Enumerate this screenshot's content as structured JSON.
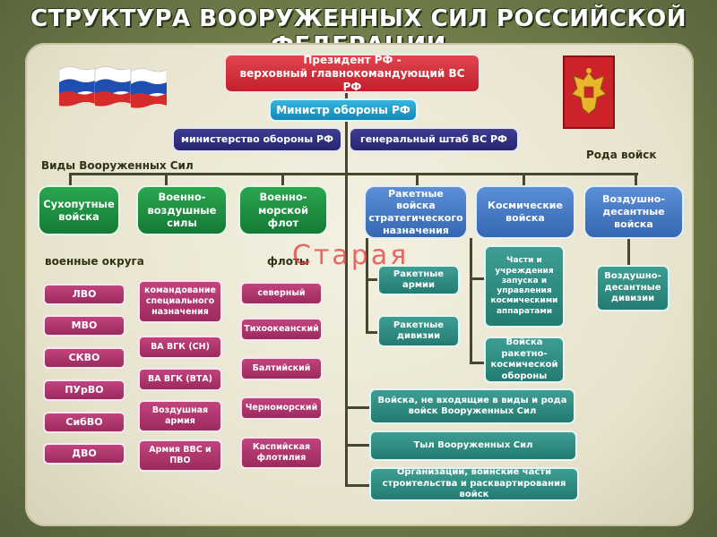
{
  "title": "СТРУКТУРА ВООРУЖЕННЫХ СИЛ РОССИЙСКОЙ ФЕДЕРАЦИИ",
  "president": {
    "line1": "Президент РФ -",
    "line2": "верховный главнокомандующий ВС РФ"
  },
  "minister": "Министр обороны РФ",
  "ministry": "министерство обороны РФ",
  "general_staff": "генеральный штаб ВС РФ",
  "labels": {
    "types": "Виды Вооруженных Сил",
    "branches": "Рода войск",
    "districts": "военные округа",
    "fleets": "флоты"
  },
  "types": [
    {
      "l1": "Сухопутные",
      "l2": "войска",
      "l3": ""
    },
    {
      "l1": "Военно-",
      "l2": "воздушные",
      "l3": "силы"
    },
    {
      "l1": "Военно-",
      "l2": "морской",
      "l3": "флот"
    }
  ],
  "branches": [
    {
      "l1": "Ракетные войска",
      "l2": "стратегического",
      "l3": "назначения"
    },
    {
      "l1": "Космические",
      "l2": "войска",
      "l3": ""
    },
    {
      "l1": "Воздушно-",
      "l2": "десантные",
      "l3": "войска"
    }
  ],
  "districts": [
    "ЛВО",
    "МВО",
    "СКВО",
    "ПУрВО",
    "СибВО",
    "ДВО"
  ],
  "air_commands": [
    {
      "l1": "командование",
      "l2": "специального",
      "l3": "назначения"
    },
    {
      "l1": "ВА ВГК (СН)",
      "l2": "",
      "l3": ""
    },
    {
      "l1": "ВА ВГК (ВТА)",
      "l2": "",
      "l3": ""
    },
    {
      "l1": "Воздушная",
      "l2": "армия",
      "l3": ""
    },
    {
      "l1": "Армия ВВС и",
      "l2": "ПВО",
      "l3": ""
    }
  ],
  "fleets": [
    {
      "l1": "северный",
      "l2": ""
    },
    {
      "l1": "Тихоокеанский",
      "l2": ""
    },
    {
      "l1": "Балтийский",
      "l2": ""
    },
    {
      "l1": "Черноморский",
      "l2": ""
    },
    {
      "l1": "Каспийская",
      "l2": "флотилия"
    }
  ],
  "rvsn_units": [
    {
      "l1": "Ракетные",
      "l2": "армии"
    },
    {
      "l1": "Ракетные",
      "l2": "дивизии"
    }
  ],
  "space_units": [
    {
      "l1": "Части и",
      "l2": "учреждения",
      "l3": "запуска и",
      "l4": "управления",
      "l5": "космическими",
      "l6": "аппаратами"
    },
    {
      "l1": "Войска ракетно-",
      "l2": "космической",
      "l3": "обороны",
      "l4": "",
      "l5": "",
      "l6": ""
    }
  ],
  "vdv_units": {
    "l1": "Воздушно-",
    "l2": "десантные",
    "l3": "дивизии"
  },
  "other": [
    {
      "l1": "Войска, не входящие в виды и рода",
      "l2": "войск Вооруженных Сил"
    },
    {
      "l1": "Тыл Вооруженных Сил",
      "l2": ""
    },
    {
      "l1": "Организации, воинские части",
      "l2": "строительства и расквартирования войск"
    }
  ],
  "watermark": "Старая",
  "colors": {
    "red": "#c0202c",
    "cyan": "#1487b7",
    "navy": "#262670",
    "green": "#157a36",
    "blue": "#3667b2",
    "teal": "#237b71",
    "magenta": "#9c2a5f",
    "line": "#45472e"
  },
  "icons": {
    "flag": "russian-flag",
    "emblem": "russian-coat-of-arms"
  }
}
